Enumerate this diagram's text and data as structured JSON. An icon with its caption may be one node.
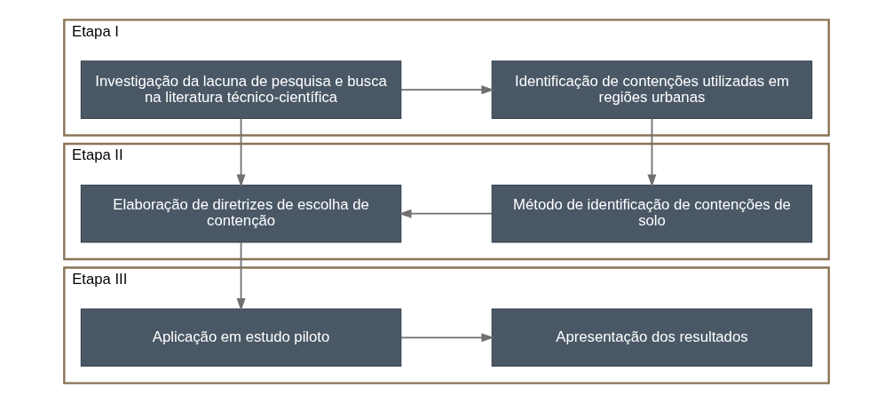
{
  "diagram": {
    "nodes": [
      {
        "text": [
          "Etapa I"
        ]
      },
      {
        "text": [
          "Investigação da lacuna de pesquisa e busca na literatura técnico-científica"
        ],
        "in": 0
      },
      {
        "text": [
          "Identificação de contenções utilizadas em regiões urbanas"
        ],
        "in": 0
      },
      {
        "text": [
          "Etapa II"
        ]
      },
      {
        "text": [
          "Elaboração de diretrizes de escolha de contenção"
        ],
        "in": 3
      },
      {
        "text": [
          "Método de identificação de contenções de solo"
        ],
        "in": 3
      },
      {
        "text": [
          "Etapa III"
        ]
      },
      {
        "text": [
          "Aplicação em estudo piloto"
        ],
        "in": 6
      },
      {
        "text": [
          "Apresentação dos resultados"
        ],
        "in": 6
      }
    ],
    "edges": [
      {
        "from": 1,
        "to": 2,
        "arrow": "to"
      },
      {
        "from": 1,
        "to": 4,
        "arrow": "to"
      },
      {
        "from": 2,
        "to": 5,
        "arrow": "to"
      },
      {
        "from": 5,
        "to": 4,
        "arrow": "to"
      },
      {
        "from": 4,
        "to": 7,
        "arrow": "to"
      },
      {
        "from": 7,
        "to": 8,
        "arrow": "to"
      }
    ]
  }
}
